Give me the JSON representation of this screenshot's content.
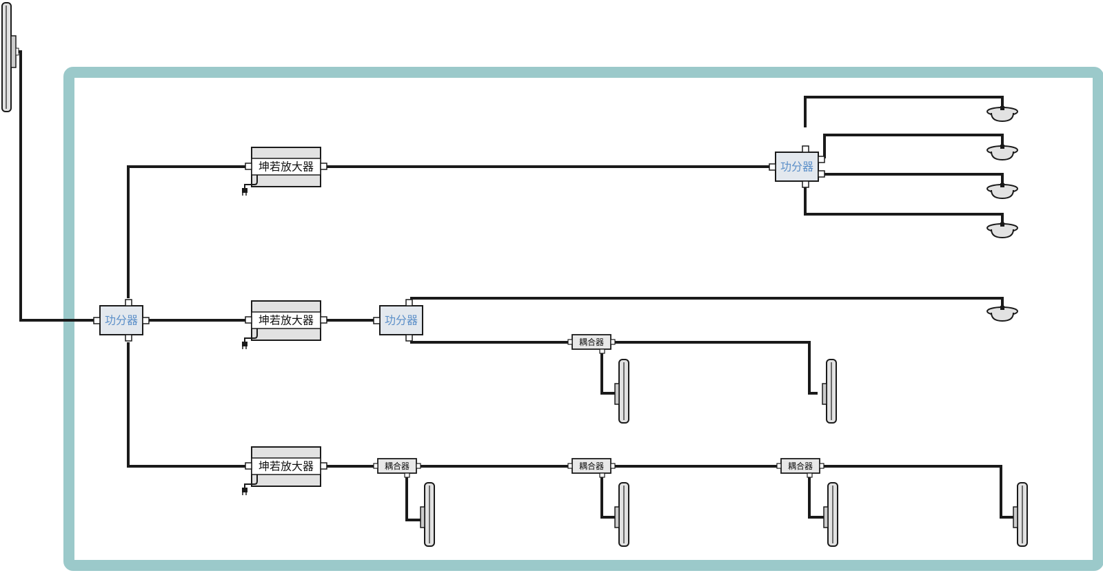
{
  "colors": {
    "room_border": "#9bc9ca",
    "cable": "#1a1a1a",
    "splitter_text": "#5a8ec8",
    "splitter_fill": "#e3e8ee",
    "amplifier_fill": "#e2e2e2",
    "coupler_fill": "#e8e8e8",
    "antenna_fill": "#e2e2e2"
  },
  "labels": {
    "amplifier": "坤若放大器",
    "splitter": "功分器",
    "coupler": "耦合器"
  },
  "icons": {
    "outdoor_antenna": "panel-antenna-icon",
    "ceiling_antenna": "ceiling-antenna-icon",
    "wall_antenna": "panel-antenna-icon",
    "power_plug": "power-plug-icon"
  }
}
